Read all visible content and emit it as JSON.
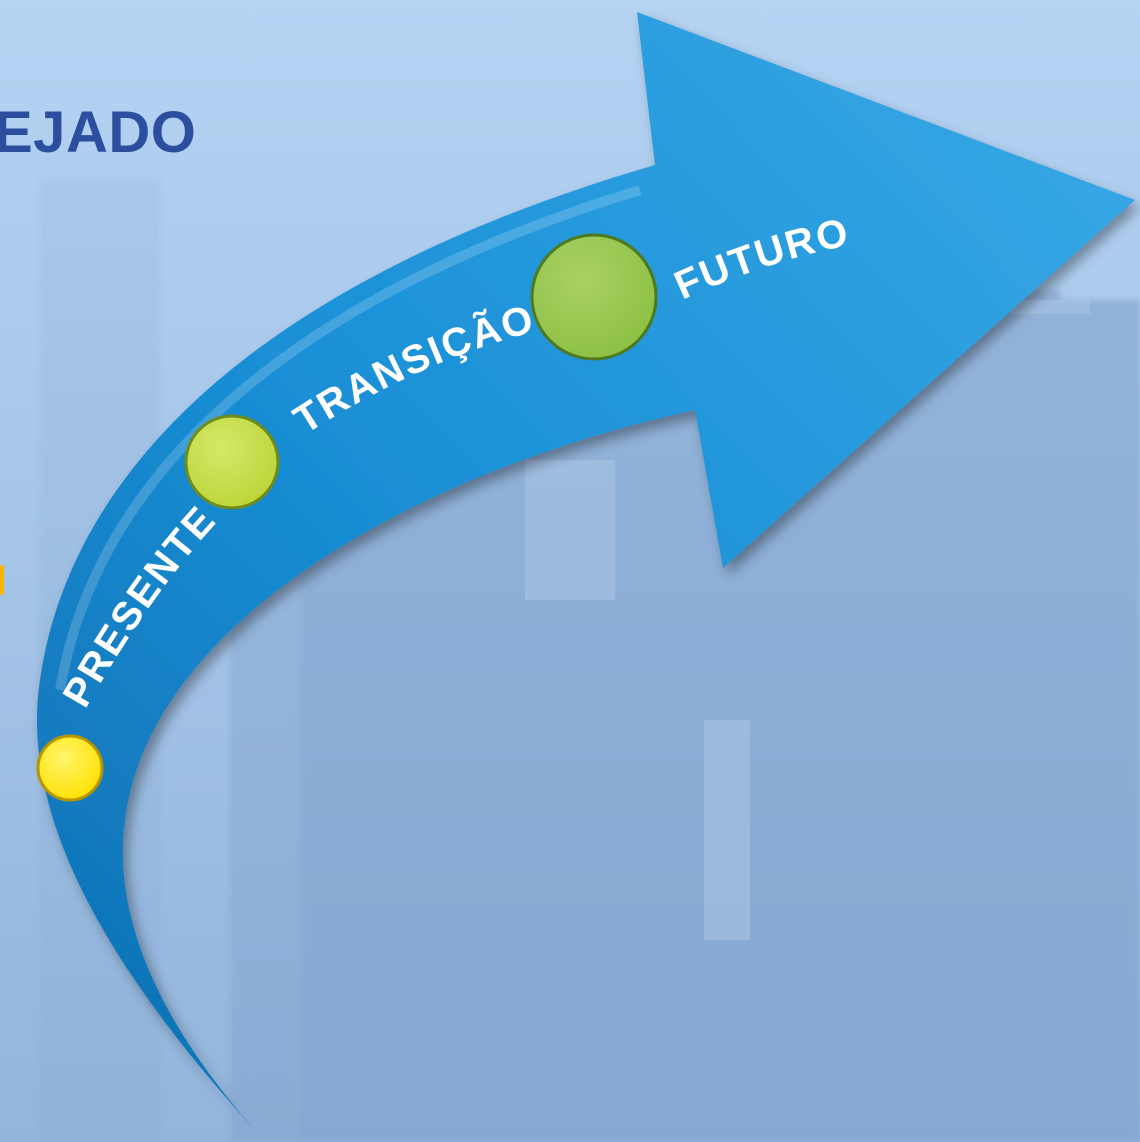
{
  "heading": "EJADO",
  "stages": [
    {
      "label": "PRESENTE"
    },
    {
      "label": "TRANSIÇÃO"
    },
    {
      "label": "FUTURO"
    }
  ],
  "colors": {
    "background_top": "#b5d3f3",
    "background_bottom": "#93b5dc",
    "factory_silhouette": "#7d9fc8",
    "arrow_fill": "#1a8fd6",
    "arrow_highlight": "#3aaae6",
    "arrow_shadow": "#0d6eb0",
    "heading_text": "#2b4f9e",
    "label_text": "#ffffff",
    "dot_present": "#ffe000",
    "dot_transition": "#bcd437",
    "dot_future": "#8dc044",
    "accent_mark": "#f5b400"
  },
  "icons": [
    "dot-icon",
    "dot-icon",
    "dot-icon",
    "curved-arrow-icon"
  ]
}
